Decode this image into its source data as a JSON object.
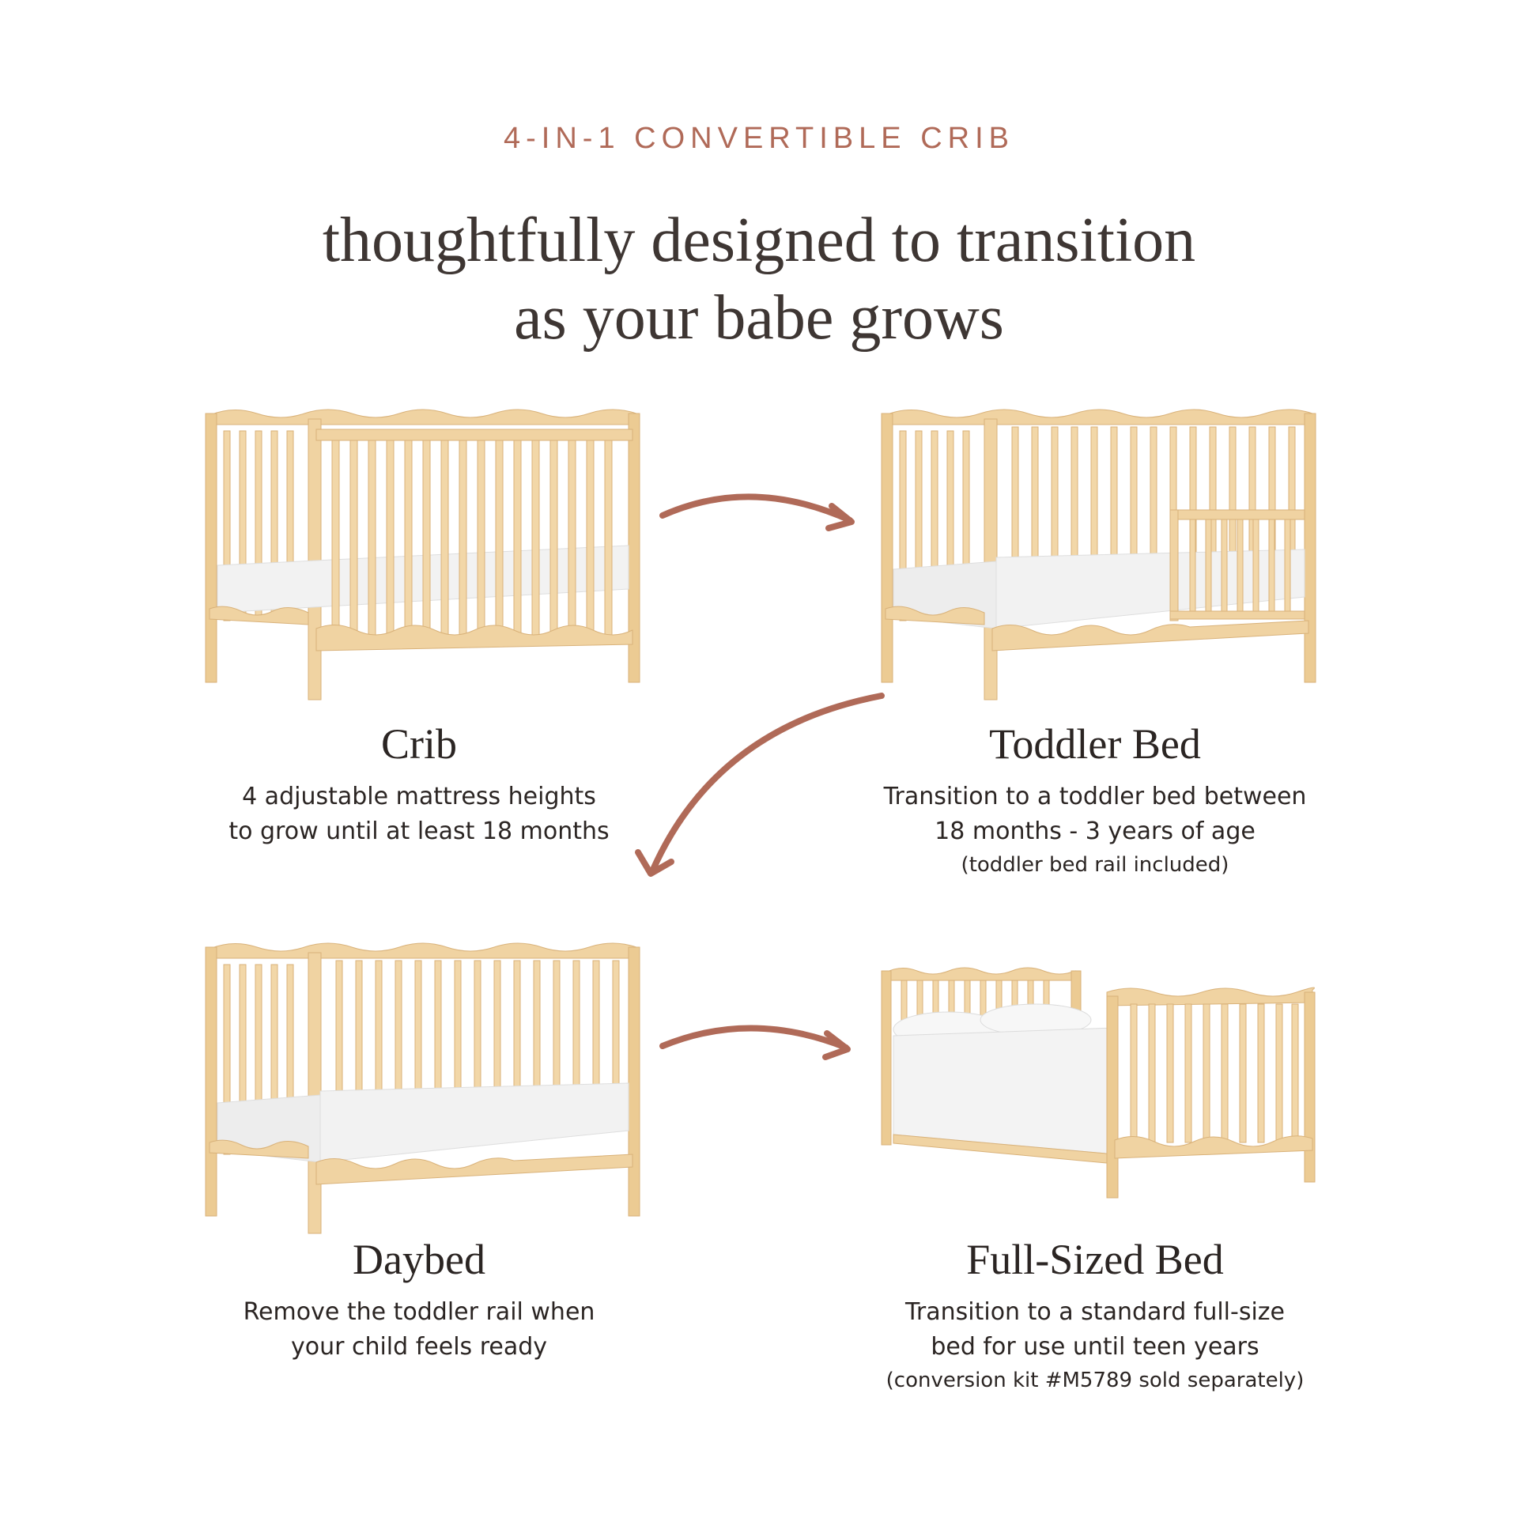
{
  "eyebrow": "4-IN-1 CONVERTIBLE CRIB",
  "headline": {
    "line1": "thoughtfully designed to transition",
    "line2": "as your babe grows"
  },
  "colors": {
    "accent": "#b06a58",
    "wood": "#f0d3a2",
    "wood_dark": "#d9b27a",
    "mattress": "#f2f2f2"
  },
  "stages": [
    {
      "title": "Crib",
      "lines": [
        "4 adjustable mattress heights",
        "to grow until at least 18 months"
      ],
      "note": ""
    },
    {
      "title": "Toddler Bed",
      "lines": [
        "Transition to a toddler bed between",
        "18 months - 3 years of age"
      ],
      "note": "(toddler bed rail included)"
    },
    {
      "title": "Daybed",
      "lines": [
        "Remove the toddler rail when",
        "your child feels ready"
      ],
      "note": ""
    },
    {
      "title": "Full-Sized Bed",
      "lines": [
        "Transition to a standard full-size",
        "bed for use until teen years"
      ],
      "note": "(conversion kit #M5789 sold separately)"
    }
  ]
}
